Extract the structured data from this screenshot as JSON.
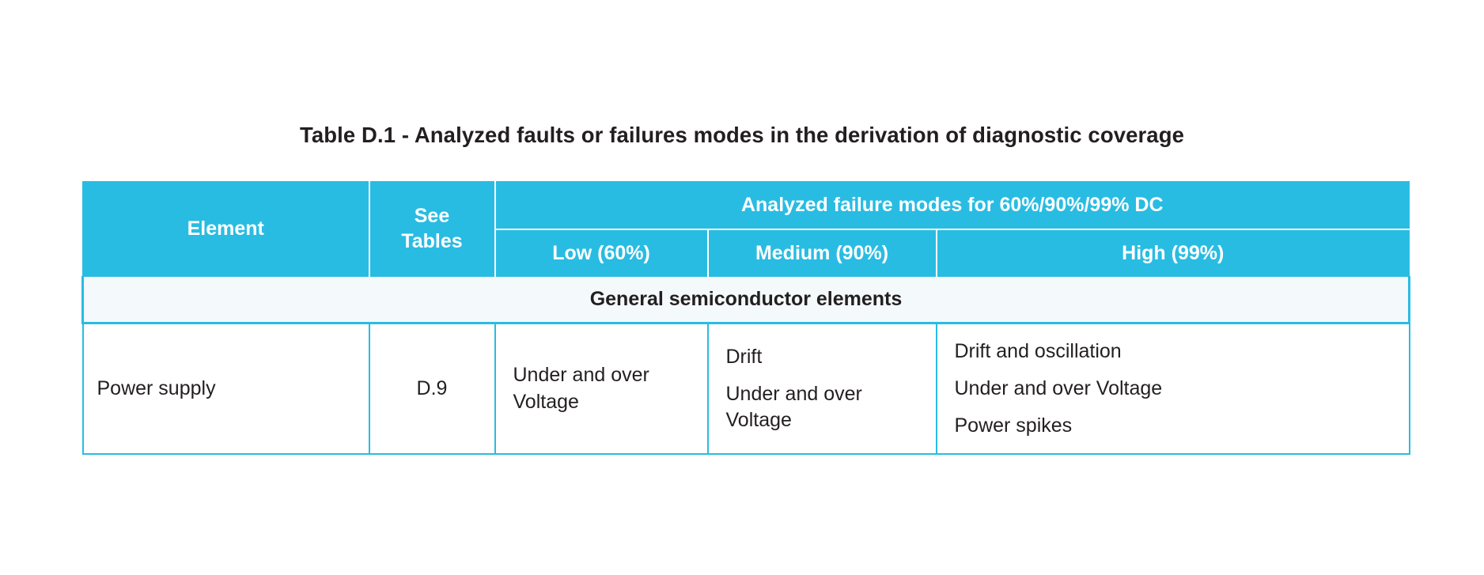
{
  "title": "Table D.1 - Analyzed faults or failures modes in the derivation of diagnostic coverage",
  "colors": {
    "header_bg": "#29bce2",
    "header_text": "#ffffff",
    "section_bg": "#f4f9fc",
    "border": "#29bce2",
    "body_text": "#231f20"
  },
  "table": {
    "headers": {
      "element": "Element",
      "see_tables": "See\nTables",
      "group": "Analyzed failure modes for 60%/90%/99% DC",
      "low": "Low (60%)",
      "medium": "Medium (90%)",
      "high": "High (99%)"
    },
    "sections": [
      {
        "label": "General semiconductor elements",
        "rows": [
          {
            "element": "Power supply",
            "see_tables": "D.9",
            "low": [
              "Under and over Voltage"
            ],
            "medium": [
              "Drift",
              "Under and over Voltage"
            ],
            "high": [
              "Drift and oscillation",
              "Under and over Voltage",
              "Power spikes"
            ]
          }
        ]
      }
    ]
  }
}
